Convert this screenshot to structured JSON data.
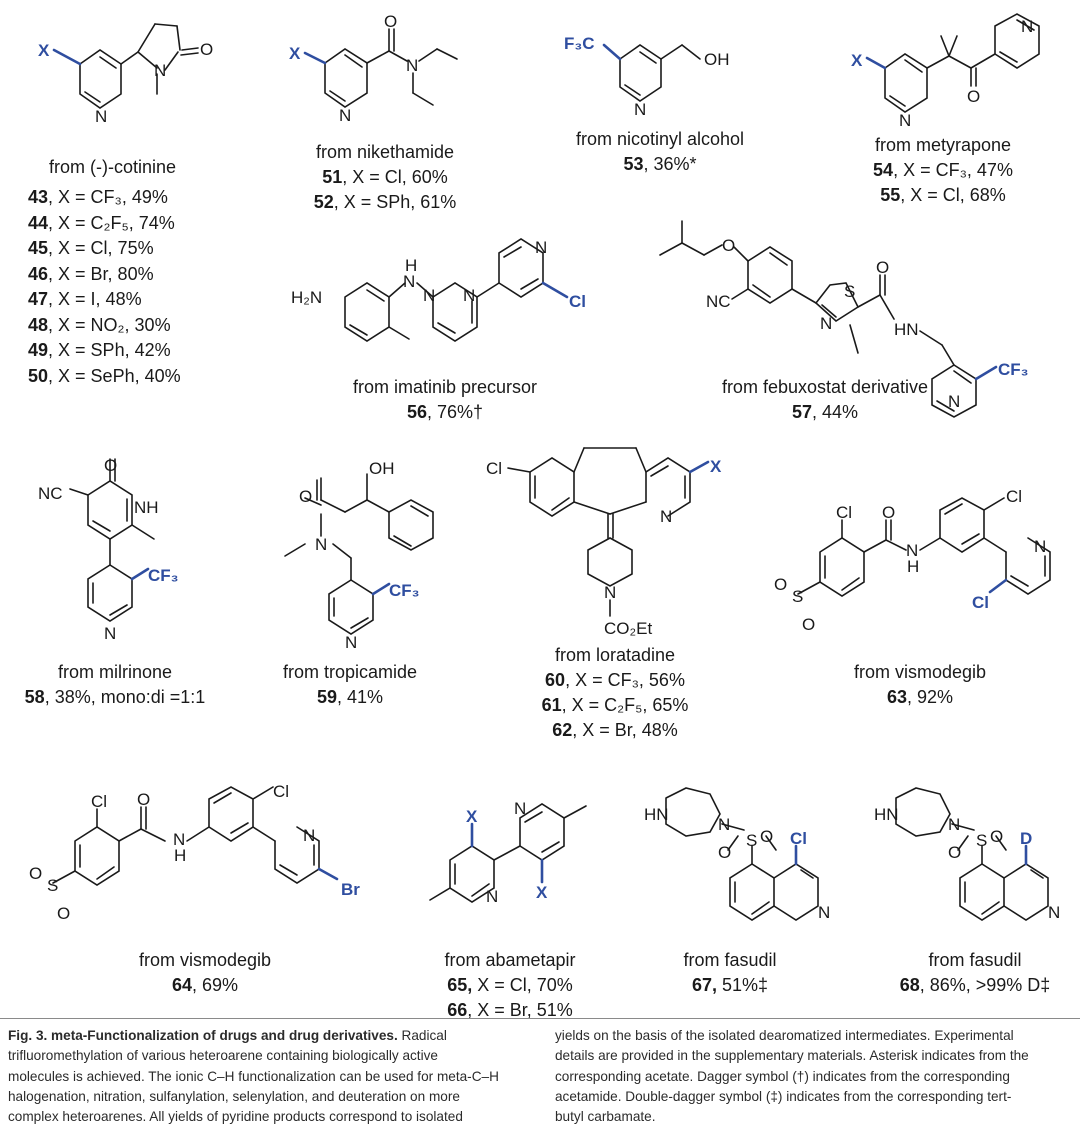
{
  "entries": {
    "cotinine": {
      "source": "from (-)-cotinine",
      "items": [
        {
          "num": "43",
          "text": ", X = CF₃, 49%"
        },
        {
          "num": "44",
          "text": ", X = C₂F₅, 74%"
        },
        {
          "num": "45",
          "text": ", X = Cl, 75%"
        },
        {
          "num": "46",
          "text": ", X = Br, 80%"
        },
        {
          "num": "47",
          "text": ", X = I, 48%"
        },
        {
          "num": "48",
          "text": ", X = NO₂, 30%"
        },
        {
          "num": "49",
          "text": ", X = SPh, 42%"
        },
        {
          "num": "50",
          "text": ", X = SePh, 40%"
        }
      ]
    },
    "nikethamide": {
      "source": "from nikethamide",
      "items": [
        {
          "num": "51",
          "text": ", X = Cl, 60%"
        },
        {
          "num": "52",
          "text": ", X = SPh, 61%"
        }
      ]
    },
    "nicotinyl": {
      "source": "from nicotinyl alcohol",
      "items": [
        {
          "num": "53",
          "text": ", 36%*"
        }
      ]
    },
    "metyrapone": {
      "source": "from metyrapone",
      "items": [
        {
          "num": "54",
          "text": ", X = CF₃, 47%"
        },
        {
          "num": "55",
          "text": ", X = Cl, 68%"
        }
      ]
    },
    "imatinib": {
      "source": "from imatinib precursor",
      "items": [
        {
          "num": "56",
          "text": ", 76%†"
        }
      ]
    },
    "febuxostat": {
      "source": "from febuxostat derivative",
      "items": [
        {
          "num": "57",
          "text": ", 44%"
        }
      ]
    },
    "milrinone": {
      "source": "from milrinone",
      "items": [
        {
          "num": "58",
          "text": ", 38%, mono:di =1:1"
        }
      ]
    },
    "tropicamide": {
      "source": "from tropicamide",
      "items": [
        {
          "num": "59",
          "text": ", 41%"
        }
      ]
    },
    "loratadine": {
      "source": "from loratadine",
      "items": [
        {
          "num": "60",
          "text": ", X = CF₃, 56%"
        },
        {
          "num": "61",
          "text": ", X = C₂F₅, 65%"
        },
        {
          "num": "62",
          "text": ", X = Br, 48%"
        }
      ]
    },
    "vismodegib63": {
      "source": "from vismodegib",
      "items": [
        {
          "num": "63",
          "text": ", 92%"
        }
      ]
    },
    "vismodegib64": {
      "source": "from vismodegib",
      "items": [
        {
          "num": "64",
          "text": ", 69%"
        }
      ]
    },
    "abametapir": {
      "source": "from abametapir",
      "items": [
        {
          "num": "65,",
          "text": " X = Cl, 70%"
        },
        {
          "num": "66",
          "text": ", X = Br, 51%"
        }
      ]
    },
    "fasudil67": {
      "source": "from fasudil",
      "items": [
        {
          "num": "67,",
          "text": " 51%‡"
        }
      ]
    },
    "fasudil68": {
      "source": "from fasudil",
      "items": [
        {
          "num": "68",
          "text": ", 86%, >99% D‡"
        }
      ]
    }
  },
  "atoms": {
    "X": "X",
    "N": "N",
    "O": "O",
    "H": "H",
    "NH": "NH",
    "HN": "HN",
    "OH": "OH",
    "H2N": "H₂N",
    "NC": "NC",
    "S": "S",
    "Cl": "Cl",
    "Br": "Br",
    "D": "D",
    "CF3": "CF₃",
    "F3C": "F₃C",
    "CO2Et": "CO₂Et"
  },
  "caption": {
    "title": "Fig. 3. meta-Functionalization of drugs and drug derivatives.",
    "col1": [
      " Radical",
      "trifluoromethylation of various heteroarene containing biologically active",
      "molecules is achieved. The ionic C–H functionalization can be used for meta-C–H",
      "halogenation, nitration, sulfanylation, selenylation, and deuteration on more",
      "complex heteroarenes. All yields of pyridine products correspond to isolated"
    ],
    "col2": [
      "yields on the basis of the isolated dearomatized intermediates. Experimental",
      "details are provided in the supplementary materials. Asterisk indicates from the",
      "corresponding acetate. Dagger symbol (†) indicates from the corresponding",
      "acetamide. Double-dagger symbol (‡) indicates from the corresponding tert-",
      "butyl carbamate."
    ]
  },
  "colors": {
    "highlight": "#2f4ea0",
    "text": "#1a1a1a"
  }
}
